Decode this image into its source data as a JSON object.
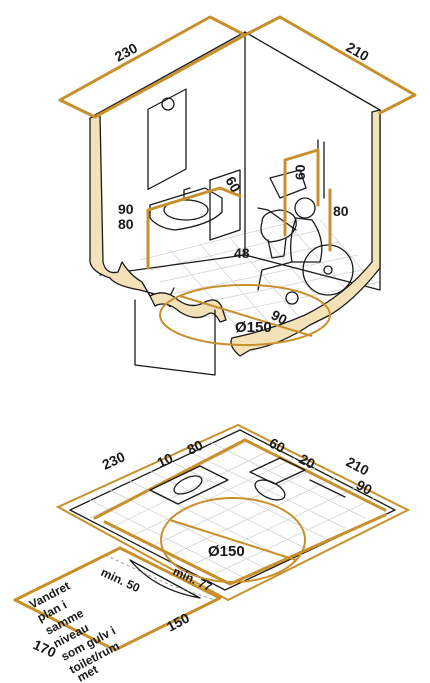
{
  "top_view": {
    "width_left": "230",
    "width_right": "210",
    "sink_height_1": "90",
    "sink_height_2": "80",
    "grab_bar_height": "60",
    "grab_bar_distance": "60",
    "right_rail_height": "80",
    "toilet_seat_height": "48",
    "toilet_side_clearance": "90",
    "turning_circle": "Ø150"
  },
  "plan_view": {
    "width_left": "230",
    "sink_zone": "80",
    "sink_offset": "10",
    "toilet_left": "60",
    "toilet_gap": "20",
    "width_right": "210",
    "depth_right": "90",
    "turning_circle": "Ø150",
    "door_min_1": "min. 50",
    "door_min_2": "min. 77",
    "outside_depth": "170",
    "outside_width": "150",
    "note_lines": [
      "Vandret",
      "plan i",
      "samme",
      "niveau",
      "som gulv i",
      "toilet/rum",
      "met"
    ]
  },
  "colors": {
    "accent": "#c8902c",
    "wall": "#f3e1b8",
    "ink": "#1a1a1a"
  }
}
